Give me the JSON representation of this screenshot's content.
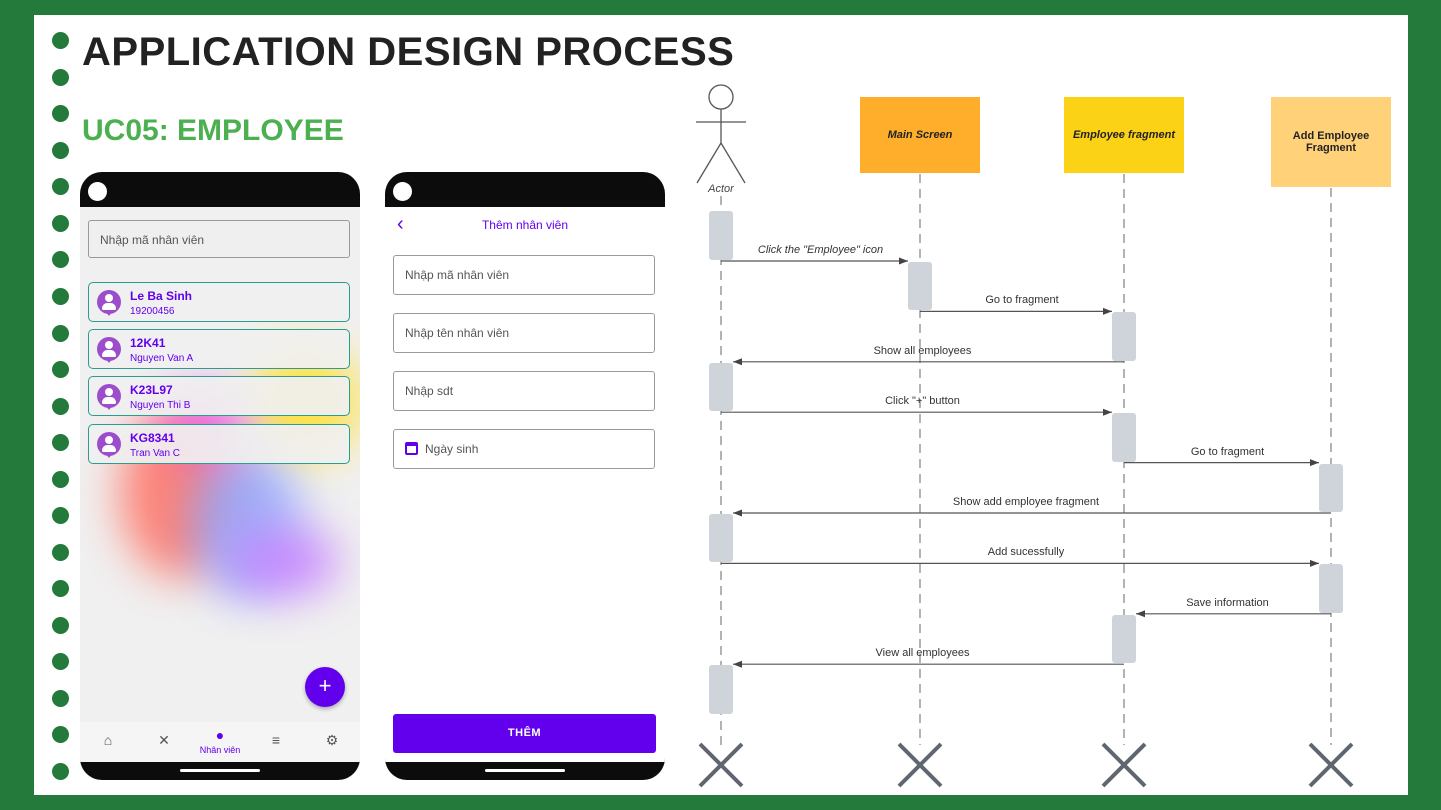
{
  "slide": {
    "title": "APPLICATION DESIGN PROCESS",
    "subtitle": "UC05: EMPLOYEE"
  },
  "colors": {
    "frame": "#237a3b",
    "accent_green": "#4caf50",
    "primary": "#6200ee",
    "activation": "#cfd4da",
    "lane_main": "#ffae2b",
    "lane_employee": "#fbd215",
    "lane_add": "#ffd27a"
  },
  "employee_list_screen": {
    "search_placeholder": "Nhập mã nhân viên",
    "employees": [
      {
        "code": "Le Ba Sinh",
        "detail": "19200456"
      },
      {
        "code": "12K41",
        "detail": "Nguyen Van A"
      },
      {
        "code": "K23L97",
        "detail": "Nguyen Thi B"
      },
      {
        "code": "KG8341",
        "detail": "Tran Van C"
      }
    ],
    "fab_label": "+",
    "nav": [
      {
        "icon": "home-icon",
        "label": ""
      },
      {
        "icon": "utensils-icon",
        "label": ""
      },
      {
        "icon": "person-icon",
        "label": "Nhân viên",
        "active": true
      },
      {
        "icon": "list-edit-icon",
        "label": ""
      },
      {
        "icon": "gear-icon",
        "label": ""
      }
    ]
  },
  "add_employee_screen": {
    "back_icon": "chevron-left-icon",
    "title": "Thêm nhân viên",
    "fields": {
      "code": "Nhập mã nhân viên",
      "name": "Nhập tên nhân viên",
      "phone": "Nhập sdt",
      "birthday": "Ngày sinh"
    },
    "submit_label": "THÊM"
  },
  "sequence": {
    "actor_label": "Actor",
    "lanes": [
      {
        "id": "main",
        "label": "Main Screen",
        "italic": true
      },
      {
        "id": "employee",
        "label": "Employee fragment",
        "italic": true
      },
      {
        "id": "add",
        "label": "Add Employee Fragment",
        "italic": false
      }
    ],
    "messages": [
      {
        "from": "actor",
        "to": "main",
        "label": "Click the \"Employee\" icon",
        "italic": true
      },
      {
        "from": "main",
        "to": "employee",
        "label": "Go to fragment"
      },
      {
        "from": "employee",
        "to": "actor",
        "label": "Show all employees"
      },
      {
        "from": "actor",
        "to": "employee",
        "label": "Click \"+\" button"
      },
      {
        "from": "employee",
        "to": "add",
        "label": "Go to fragment"
      },
      {
        "from": "add",
        "to": "actor",
        "label": "Show add employee fragment"
      },
      {
        "from": "actor",
        "to": "add",
        "label": "Add sucessfully"
      },
      {
        "from": "add",
        "to": "employee",
        "label": "Save information"
      },
      {
        "from": "employee",
        "to": "actor",
        "label": "View all employees"
      }
    ]
  }
}
